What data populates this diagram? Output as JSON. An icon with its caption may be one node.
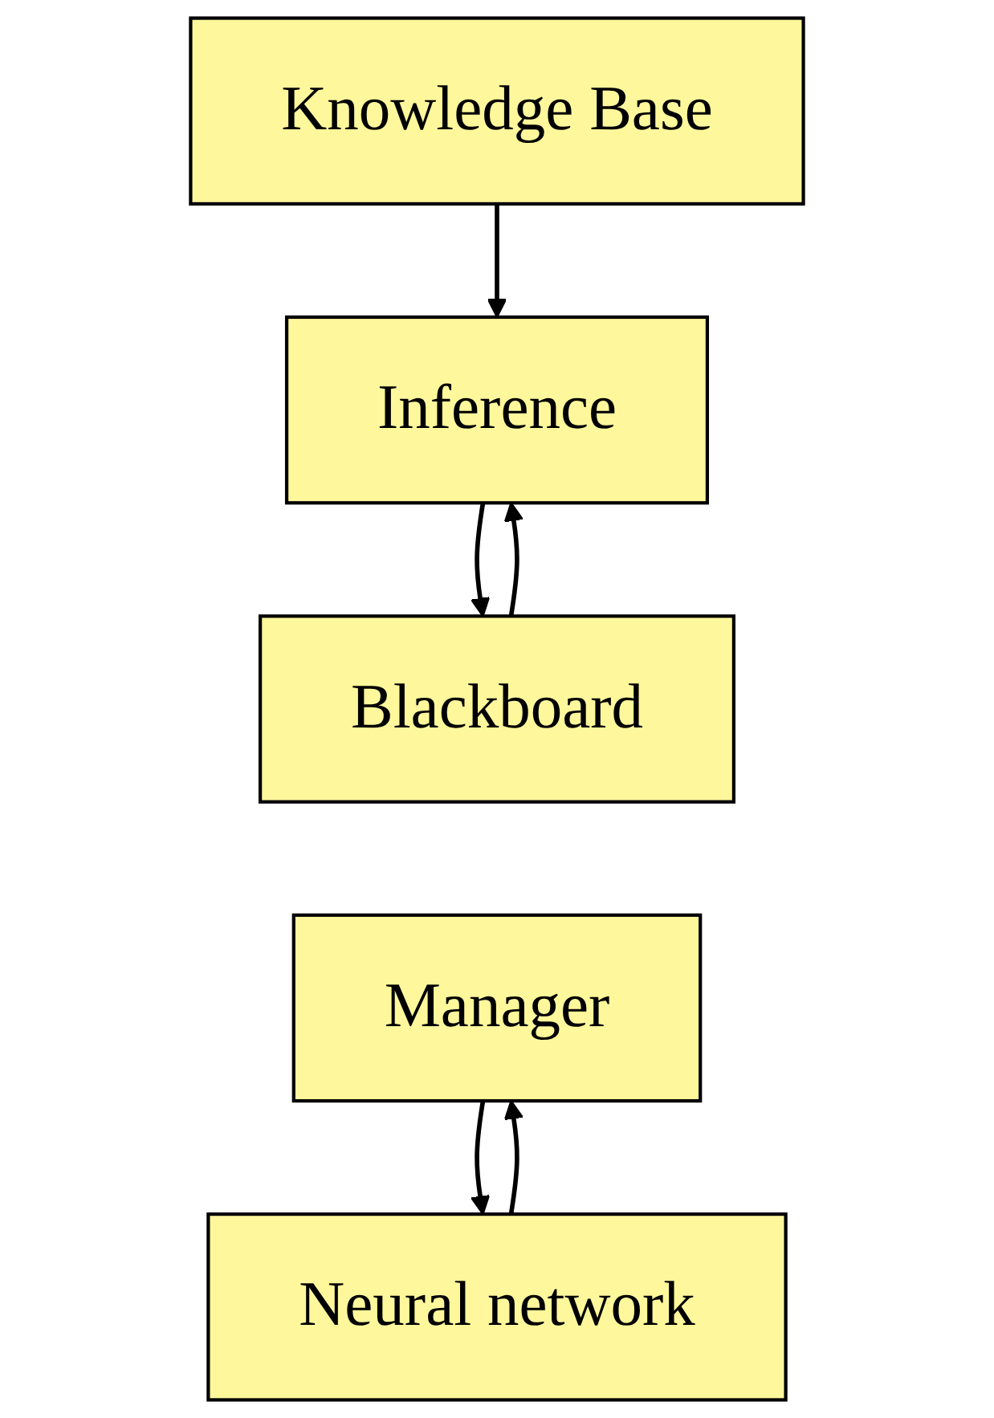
{
  "diagram": {
    "nodes": [
      {
        "text": [
          "Knowledge Base"
        ]
      },
      {
        "text": [
          "Inference"
        ]
      },
      {
        "text": [
          "Blackboard"
        ]
      },
      {
        "text": [
          "Manager"
        ]
      },
      {
        "text": [
          "Neural network"
        ]
      }
    ],
    "edges": [
      {
        "from": 0,
        "to": 1,
        "arrow": "to"
      },
      {
        "from": 1,
        "to": 2,
        "arrow": "to"
      },
      {
        "from": 2,
        "to": 1,
        "arrow": "to"
      },
      {
        "from": 3,
        "to": 4,
        "arrow": "to"
      },
      {
        "from": 4,
        "to": 3,
        "arrow": "to"
      }
    ]
  }
}
